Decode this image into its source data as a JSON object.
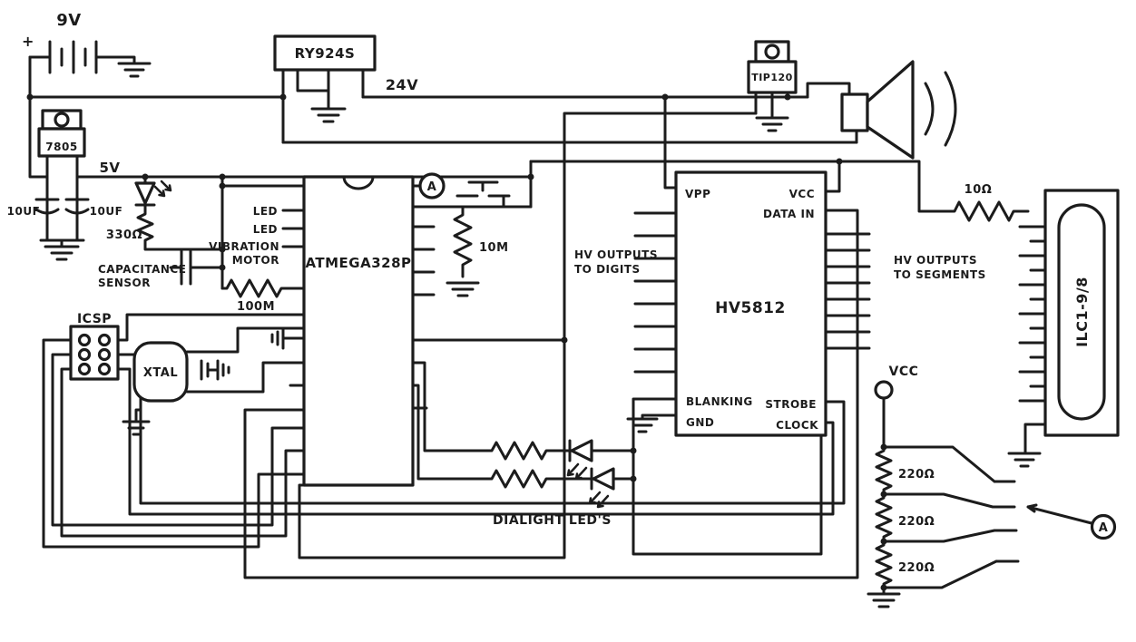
{
  "schematic": {
    "ink": "#1c1c1c",
    "background": "#ffffff",
    "power": {
      "battery": "9V",
      "plus": "+",
      "regulator": "7805",
      "rail5": "5V",
      "rail24": "24V",
      "cap_in": "10UF",
      "cap_out": "10UF",
      "led_resistor": "330Ω"
    },
    "sensor": {
      "line1": "CAPACITANCE",
      "line2": "SENSOR"
    },
    "buzzer": {
      "module": "RY924S",
      "transistor": "TIP120"
    },
    "mcu": {
      "part": "ATMEGA328P",
      "pin_led_a": "LED",
      "pin_led_b": "LED",
      "vibration1": "VIBRATION",
      "vibration2": "MOTOR",
      "touch_resistor": "100M",
      "pull_resistor": "10M",
      "icsp": "ICSP",
      "xtal": "XTAL",
      "probe": "A"
    },
    "driver": {
      "part": "HV5812",
      "vpp": "VPP",
      "vcc": "VCC",
      "data_in": "DATA IN",
      "blanking": "BLANKING",
      "gnd": "GND",
      "strobe": "STROBE",
      "clock": "CLOCK",
      "digits1": "HV OUTPUTS",
      "digits2": "TO DIGITS",
      "segments1": "HV OUTPUTS",
      "segments2": "TO SEGMENTS"
    },
    "display": {
      "part": "ILC1-9/8",
      "filament_resistor": "10Ω"
    },
    "bias": {
      "vcc": "VCC",
      "r1": "220Ω",
      "r2": "220Ω",
      "r3": "220Ω",
      "selector": "A"
    },
    "indicators": {
      "label": "DIALIGHT LED'S"
    }
  }
}
